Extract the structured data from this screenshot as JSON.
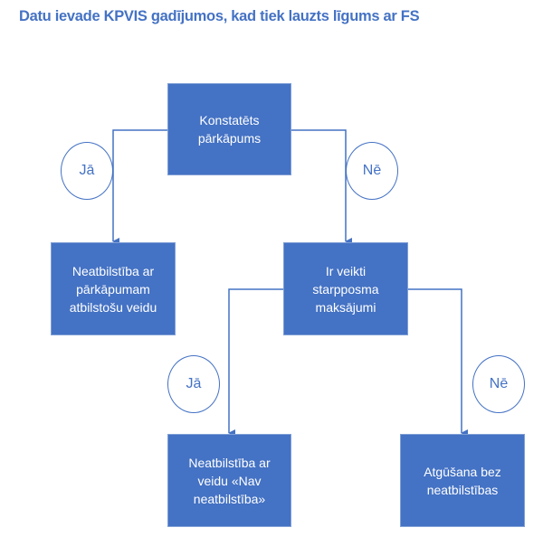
{
  "title": "Datu ievade KPVIS gadījumos, kad tiek lauzts līgums ar FS",
  "nodes": {
    "root": "Konstatēts\npārkāpums",
    "left": "Neatbilstība ar\npārkāpumam\natbilstošu veidu",
    "mid": "Ir veikti\nstarpposma\nmaksājumi",
    "bottom_left": "Neatbilstība ar\nveidu «Nav\nneatbilstība»",
    "bottom_right": "Atgūšana bez\nneatbilstības"
  },
  "labels": {
    "yes": "Jā",
    "no": "Nē"
  },
  "colors": {
    "box": "#4472C4",
    "line": "#4472C4"
  }
}
